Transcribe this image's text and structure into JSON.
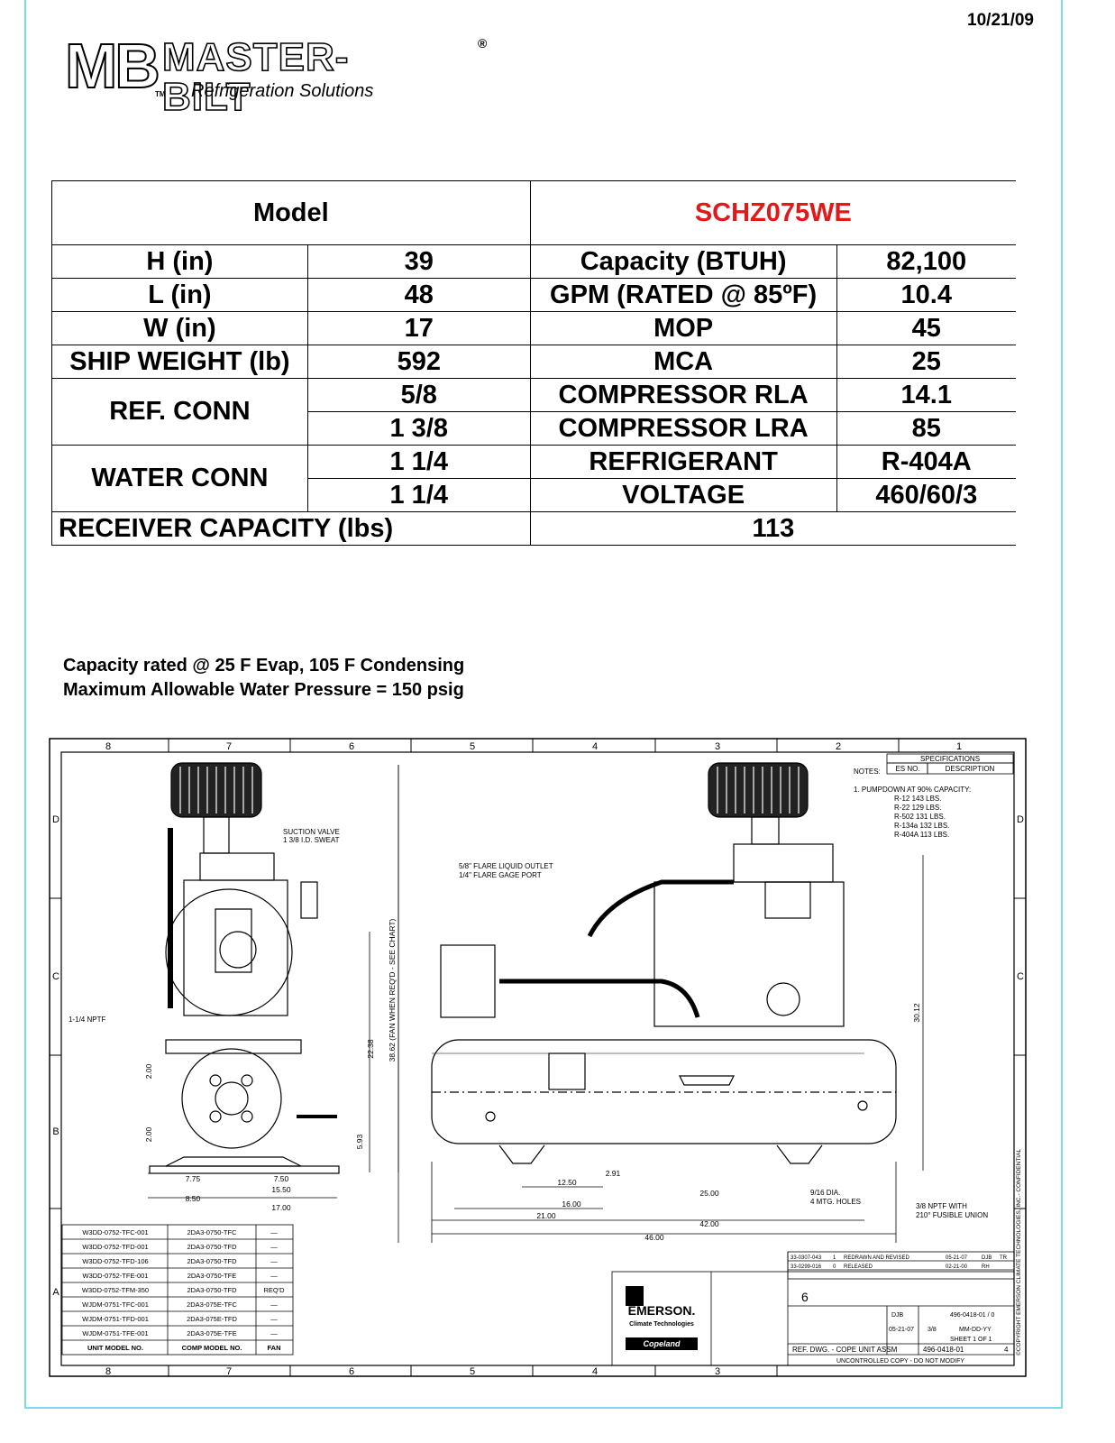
{
  "date": "10/21/09",
  "logo": {
    "mark": "MB",
    "brand": "MASTER-BILT",
    "tagline": "Refrigeration Solutions",
    "reg": "®",
    "tm": "TM"
  },
  "spec": {
    "model_label": "Model",
    "model_value": "SCHZ075WE",
    "rows": [
      {
        "l_label": "H (in)",
        "l_value": "39",
        "r_label": "Capacity (BTUH)",
        "r_value": "82,100"
      },
      {
        "l_label": "L (in)",
        "l_value": "48",
        "r_label": "GPM (RATED @ 85ºF)",
        "r_value": "10.4"
      },
      {
        "l_label": "W (in)",
        "l_value": "17",
        "r_label": "MOP",
        "r_value": "45"
      },
      {
        "l_label": "SHIP WEIGHT (lb)",
        "l_value": "592",
        "r_label": "MCA",
        "r_value": "25"
      }
    ],
    "ref_conn": {
      "label": "REF. CONN",
      "values": [
        "5/8",
        "1 3/8"
      ],
      "r_rows": [
        {
          "label": "COMPRESSOR RLA",
          "value": "14.1"
        },
        {
          "label": "COMPRESSOR LRA",
          "value": "85"
        }
      ]
    },
    "water_conn": {
      "label": "WATER CONN",
      "values": [
        "1 1/4",
        "1 1/4"
      ],
      "r_rows": [
        {
          "label": "REFRIGERANT",
          "value": "R-404A"
        },
        {
          "label": "VOLTAGE",
          "value": "460/60/3"
        }
      ]
    },
    "receiver": {
      "label": "RECEIVER CAPACITY (lbs)",
      "value": "113"
    }
  },
  "notes": [
    "Capacity rated @ 25 F Evap, 105 F Condensing",
    "Maximum Allowable Water Pressure = 150 psig"
  ],
  "drawing": {
    "zones_top": [
      "8",
      "7",
      "6",
      "5",
      "4",
      "3",
      "2",
      "1"
    ],
    "zones_side": [
      "D",
      "C",
      "B",
      "A"
    ],
    "notes_header": "NOTES:",
    "spec_header": "SPECIFICATIONS",
    "es_no": "ES NO.",
    "description": "DESCRIPTION",
    "pumpdown": "1. PUMPDOWN AT 90% CAPACITY:",
    "pumpdown_rows": [
      "R-12    143 LBS.",
      "R-22    129 LBS.",
      "R-502   131 LBS.",
      "R-134a  132 LBS.",
      "R-404A  113 LBS."
    ],
    "labels": {
      "suction1": "SUCTION VALVE",
      "suction2": "1 3/8 I.D. SWEAT",
      "npt": "1-1/4 NPTF",
      "flare1": "5/8\" FLARE LIQUID OUTLET",
      "flare2": "1/4\" FLARE GAGE PORT",
      "fan": "38.62 (FAN WHEN REQ'D - SEE CHART)",
      "holes1": "9/16 DIA.",
      "holes2": "4 MTG. HOLES",
      "union1": "3/8 NPTF WITH",
      "union2": "210° FUSIBLE UNION"
    },
    "dims": [
      "2.00",
      "2.00",
      "22.38",
      "5.93",
      "7.75",
      "7.50",
      "15.50",
      "8.50",
      "17.00",
      "2.91",
      "12.50",
      "25.00",
      "16.00",
      "21.00",
      "42.00",
      "46.00",
      "30.12"
    ],
    "model_table": {
      "rows": [
        [
          "W3DD-0752-TFC-001",
          "2DA3-0750-TFC",
          "—"
        ],
        [
          "W3DD-0752-TFD-001",
          "2DA3-0750-TFD",
          "—"
        ],
        [
          "W3DD-0752-TFD-106",
          "2DA3-0750-TFD",
          "—"
        ],
        [
          "W3DD-0752-TFE-001",
          "2DA3-0750-TFE",
          "—"
        ],
        [
          "W3DD-0752-TFM-350",
          "2DA3-0750-TFD",
          "REQ'D"
        ],
        [
          "WJDM-0751-TFC-001",
          "2DA3-075E-TFC",
          "—"
        ],
        [
          "WJDM-0751-TFD-001",
          "2DA3-075E-TFD",
          "—"
        ],
        [
          "WJDM-0751-TFE-001",
          "2DA3-075E-TFE",
          "—"
        ]
      ],
      "headers": [
        "UNIT MODEL NO.",
        "COMP MODEL NO.",
        "FAN"
      ]
    },
    "titleblock": {
      "company": "EMERSON.",
      "company_sub": "Climate Technologies",
      "copeland": "Copeland",
      "sheet_digit": "6",
      "rev_rows": [
        [
          "33-0307-043",
          "1",
          "REDRAWN AND REVISED",
          "05-21-07",
          "DJB",
          "TR"
        ],
        [
          "33-0299-016",
          "0",
          "RELEASED",
          "02-21-00",
          "RH",
          ""
        ]
      ],
      "drawn_by": "DJB",
      "date": "05-21-07",
      "scale": "3/8",
      "ref_no": "496-0418-01 / 0",
      "date_format": "MM-DD-YY",
      "sheet": "SHEET 1 OF 1",
      "title": "REF. DWG. - COPE UNIT ASSM",
      "dwg_no": "496-0418-01",
      "rev": "4",
      "uncontrolled": "UNCONTROLLED COPY - DO NOT MODIFY",
      "copyright": "©COPYRIGHT EMERSON CLIMATE TECHNOLOGIES, INC.- CONFIDENTIAL"
    }
  }
}
